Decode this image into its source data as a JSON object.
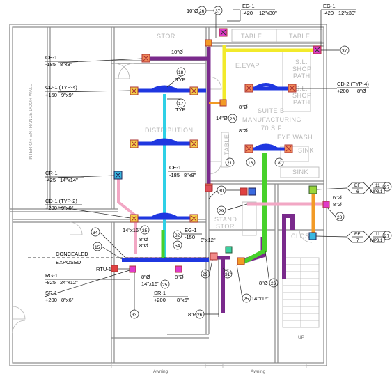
{
  "rooms": {
    "stor": "STOR.",
    "distribution": "DISTRIBUTION",
    "suite_b": "SUITE B",
    "manufacturing": "MANUFACTURING",
    "area": "70 S.F.",
    "eye_wash": "EYE WASH",
    "sink1": "SINK",
    "sink2": "SINK",
    "table1": "TABLE",
    "table2": "TABLE",
    "table3": "TABLE",
    "shop_path1": "S.L.\nSHOP\nPATH",
    "shop_path2": "S.L.\nSHOP\nPATH",
    "evap": "E.EVAP",
    "stand_stor": "STAND\nSTOR.",
    "closet": "CLOSET",
    "awning_left": "Awning",
    "awning_right": "Awning",
    "up": "UP",
    "wall_label": "INTERIOR ENTRANCE DOOR WALL",
    "concealed": "CONCEALED",
    "exposed": "EXPOSED"
  },
  "labels": {
    "eg1_top_left": {
      "name": "EG-1",
      "cfm": "-420",
      "size": "12\"x30\""
    },
    "eg1_top_right": {
      "name": "EG-1",
      "cfm": "-420",
      "size": "12\"x30\""
    },
    "ce1_top": {
      "name": "CE-1",
      "cfm": "-185",
      "size": "8\"x8\""
    },
    "cd1_typ4": {
      "name": "CD-1  (TYP-4)",
      "cfm": "+150",
      "size": "9\"x9\""
    },
    "cd2": {
      "name": "CD-2  (TYP-4)",
      "cfm": "+200",
      "size": "8\"Ø"
    },
    "ce1_mid": {
      "name": "CE-1",
      "cfm": "-185",
      "size": "8\"x8\""
    },
    "cr1": {
      "name": "CR-1",
      "cfm": "-425",
      "size": "14\"x14\""
    },
    "cd1_typ2": {
      "name": "CD-1  (TYP-2)",
      "cfm": "+200",
      "size": "9\"x9\""
    },
    "eg1_mid": {
      "name": "EG-1",
      "cfm": "-150",
      "size": "8\"x12\""
    },
    "rtu": "RTU-1",
    "rg1": {
      "name": "RG-1",
      "cfm": "-825",
      "size": "24\"x12\""
    },
    "sr1_left": {
      "name": "SR-1",
      "cfm": "+200",
      "size": "8\"x6\""
    },
    "sr1_mid": {
      "name": "SR-1",
      "cfm": "+200",
      "size": "8\"x6\""
    },
    "ef6": {
      "name": "EF",
      "num": "6",
      "callout": "11",
      "sheet": "MP3.1"
    },
    "ef7": {
      "name": "EF",
      "num": "7",
      "callout": "11",
      "sheet": "MP3.1"
    },
    "d10": "10\"Ø",
    "d10b": "10\"Ø",
    "d8a": "8\"Ø",
    "d8b": "8\"Ø",
    "d8c": "8\"Ø",
    "d8d": "8\"Ø",
    "d8e": "8\"Ø",
    "d8f": "8\"Ø",
    "d6": "6\"Ø",
    "d14": "14\"Ø",
    "d14x16a": "14\"x16\"",
    "d14x16b": "14\"x16\"",
    "d14x16c": "14\"x16\"",
    "d8x12": "8\"x12\"",
    "typ1": "TYP",
    "typ2": "TYP"
  },
  "callouts": [
    "26",
    "37",
    "37",
    "18",
    "17",
    "26",
    "21",
    "16",
    "8",
    "30",
    "29",
    "28",
    "34",
    "32",
    "54",
    "15",
    "25",
    "25",
    "29",
    "31",
    "33",
    "26",
    "25",
    "27",
    "27",
    "26"
  ]
}
